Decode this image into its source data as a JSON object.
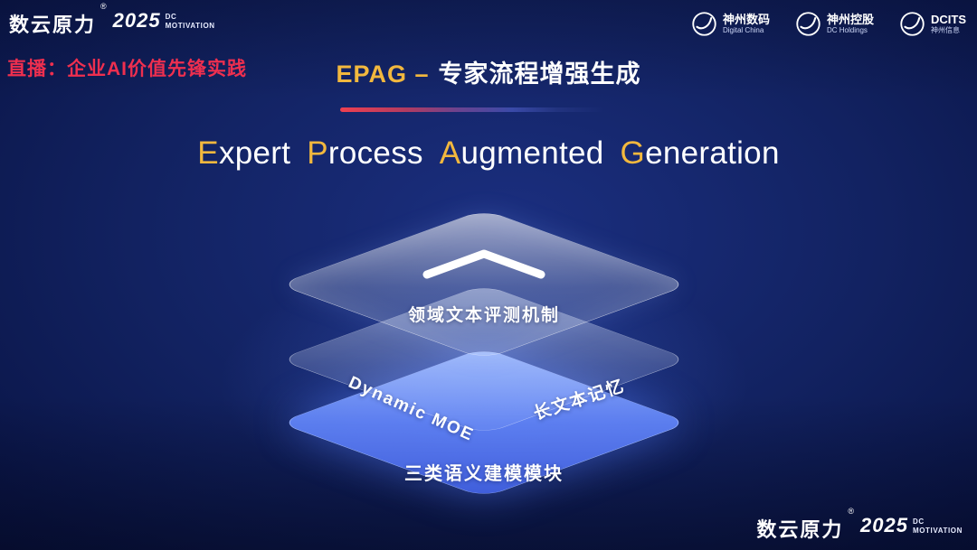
{
  "brand": {
    "logo_text": "数云原力",
    "reg_mark": "®",
    "year": "2025",
    "sub1": "DC",
    "sub2": "MOTIVATION"
  },
  "header": {
    "live_label": "直播：企业AI价值先锋实践",
    "title_en": "EPAG –",
    "title_cn": "专家流程增强生成",
    "logos": [
      {
        "line1": "神州数码",
        "line2": "Digital China"
      },
      {
        "line1": "神州控股",
        "line2": "DC Holdings"
      },
      {
        "line1": "DCITS",
        "line2": "神州信息"
      }
    ]
  },
  "subtitle": {
    "words": [
      {
        "first": "E",
        "rest": "xpert"
      },
      {
        "first": "P",
        "rest": "rocess"
      },
      {
        "first": "A",
        "rest": "ugmented"
      },
      {
        "first": "G",
        "rest": "eneration"
      }
    ]
  },
  "layers": {
    "top_label": "领域文本评测机制",
    "middle_left_label": "Dynamic MOE",
    "middle_right_label": "长文本记忆",
    "bottom_label": "三类语义建模模块"
  },
  "colors": {
    "accent_gold": "#f2b83e",
    "accent_red": "#ee2f4f",
    "layer_blue": "#5a82f2",
    "background_navy": "#10205f"
  }
}
